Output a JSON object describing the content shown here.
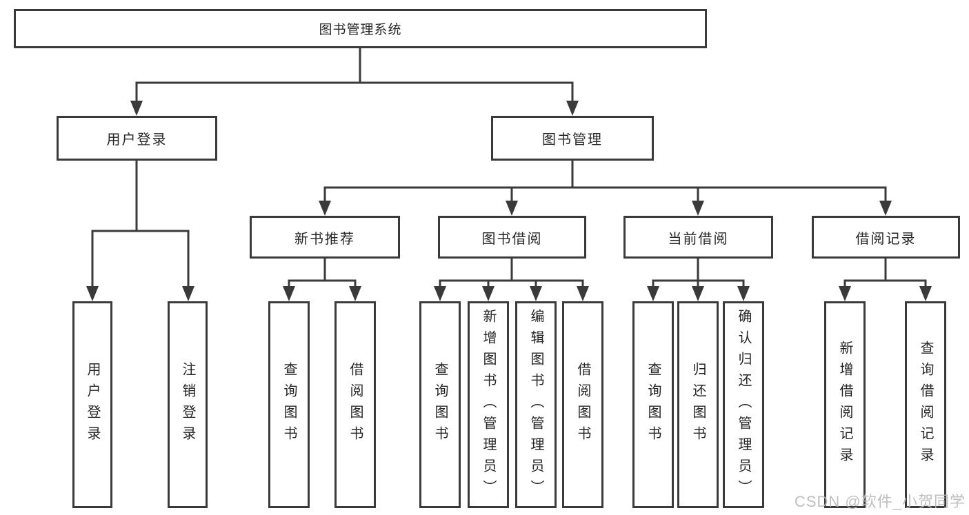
{
  "diagram": {
    "type": "hierarchy-tree",
    "root": {
      "label": "图书管理系统"
    },
    "branches": [
      {
        "label": "用户登录",
        "children": [
          {
            "label": "用户登录"
          },
          {
            "label": "注销登录"
          }
        ]
      },
      {
        "label": "图书管理",
        "children": [
          {
            "label": "新书推荐",
            "children": [
              {
                "label": "查询图书"
              },
              {
                "label": "借阅图书"
              }
            ]
          },
          {
            "label": "图书借阅",
            "children": [
              {
                "label": "查询图书"
              },
              {
                "label": "新增图书（管理员）"
              },
              {
                "label": "编辑图书（管理员）"
              },
              {
                "label": "借阅图书"
              }
            ]
          },
          {
            "label": "当前借阅",
            "children": [
              {
                "label": "查询图书"
              },
              {
                "label": "归还图书"
              },
              {
                "label": "确认归还（管理员）"
              }
            ]
          },
          {
            "label": "借阅记录",
            "children": [
              {
                "label": "新增借阅记录"
              },
              {
                "label": "查询借阅记录"
              }
            ]
          }
        ]
      }
    ]
  },
  "watermark": {
    "text": "CSDN @软件_小贺同学"
  },
  "colors": {
    "line": "#3a3a3a",
    "box_border": "#3a3a3a",
    "text": "#262626",
    "watermark": "#b9b9b9",
    "background": "#ffffff"
  }
}
